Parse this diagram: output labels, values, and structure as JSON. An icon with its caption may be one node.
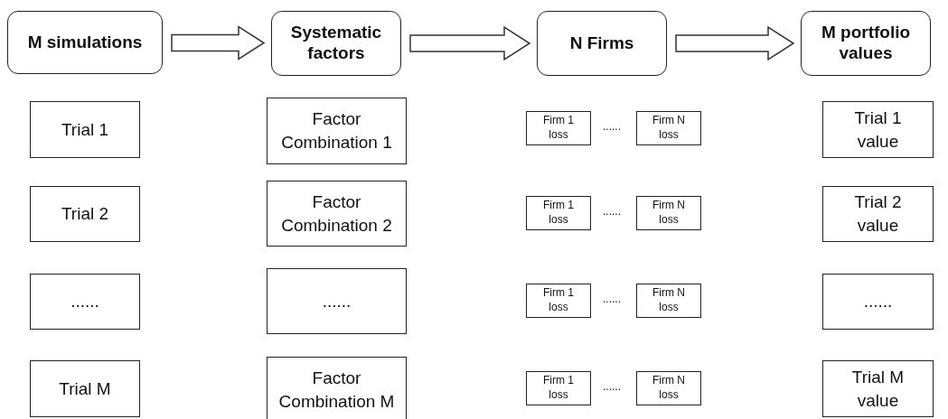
{
  "diagram": {
    "nodes": [
      {
        "text": [
          "M simulations"
        ]
      },
      {
        "text": [
          "Systematic factors"
        ]
      },
      {
        "text": [
          "N Firms"
        ]
      },
      {
        "text": [
          "M portfolio values"
        ]
      },
      {
        "text": [
          "Trial 1"
        ]
      },
      {
        "text": [
          "Factor Combination 1"
        ]
      },
      {
        "text": [
          "Firm 1 loss"
        ]
      },
      {
        "text": [
          "Firm N loss"
        ]
      },
      {
        "text": [
          "Trial 1 value"
        ]
      },
      {
        "text": [
          "Trial 2"
        ]
      },
      {
        "text": [
          "Factor Combination 2"
        ]
      },
      {
        "text": [
          "Firm 1 loss"
        ]
      },
      {
        "text": [
          "Firm N loss"
        ]
      },
      {
        "text": [
          "Trial 2 value"
        ]
      },
      {
        "text": [
          "......"
        ]
      },
      {
        "text": [
          "......"
        ]
      },
      {
        "text": [
          "Firm 1 loss"
        ]
      },
      {
        "text": [
          "Firm N loss"
        ]
      },
      {
        "text": [
          "......"
        ]
      },
      {
        "text": [
          "Trial M"
        ]
      },
      {
        "text": [
          "Factor Combination M"
        ]
      },
      {
        "text": [
          "Firm 1 loss"
        ]
      },
      {
        "text": [
          "Firm N loss"
        ]
      },
      {
        "text": [
          "Trial M value"
        ]
      }
    ],
    "edges": [
      {
        "from": 0,
        "to": 1,
        "arrow": "to"
      },
      {
        "from": 1,
        "to": 2,
        "arrow": "to"
      },
      {
        "from": 2,
        "to": 3,
        "arrow": "to"
      }
    ],
    "labels": [
      "......",
      "......",
      "......",
      "......"
    ]
  }
}
